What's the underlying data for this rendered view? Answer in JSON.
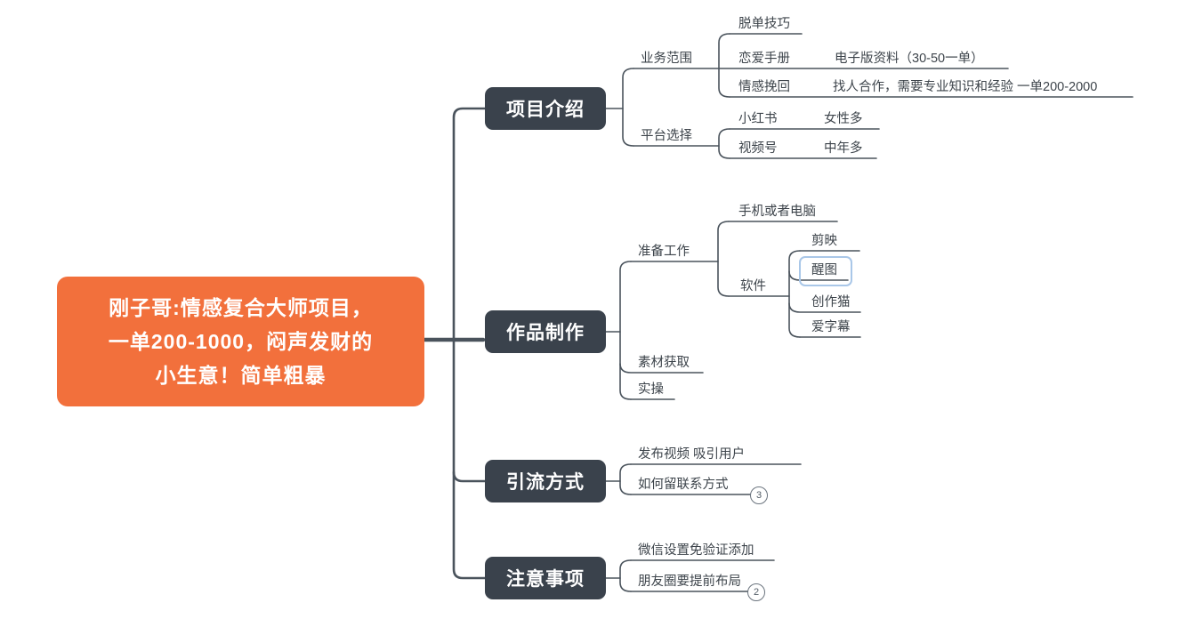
{
  "colors": {
    "background": "#ffffff",
    "root_fill": "#f2703c",
    "topic_fill": "#3a424c",
    "topic_text": "#ffffff",
    "line": "#4a535c",
    "branch_text": "#3d444b",
    "selection_border": "#a9c7e8"
  },
  "mindmap": {
    "root": {
      "text": "刚子哥:情感复合大师项目，\n一单200-1000，闷声发财的\n小生意！简单粗暴"
    },
    "topics": [
      {
        "label": "项目介绍",
        "children": [
          {
            "text": "业务范围",
            "children": [
              {
                "text": "脱单技巧"
              },
              {
                "text": "恋爱手册",
                "children": [
                  {
                    "text": "电子版资料（30-50一单）"
                  }
                ]
              },
              {
                "text": "情感挽回",
                "children": [
                  {
                    "text": "找人合作，需要专业知识和经验 一单200-2000"
                  }
                ]
              }
            ]
          },
          {
            "text": "平台选择",
            "children": [
              {
                "text": "小红书",
                "children": [
                  {
                    "text": "女性多"
                  }
                ]
              },
              {
                "text": "视频号",
                "children": [
                  {
                    "text": "中年多"
                  }
                ]
              }
            ]
          }
        ]
      },
      {
        "label": "作品制作",
        "children": [
          {
            "text": "准备工作",
            "children": [
              {
                "text": "手机或者电脑"
              },
              {
                "text": "软件",
                "children": [
                  {
                    "text": "剪映"
                  },
                  {
                    "text": "醒图",
                    "selected": true
                  },
                  {
                    "text": "创作猫"
                  },
                  {
                    "text": "爱字幕"
                  }
                ]
              }
            ]
          },
          {
            "text": "素材获取"
          },
          {
            "text": "实操"
          }
        ]
      },
      {
        "label": "引流方式",
        "children": [
          {
            "text": "发布视频 吸引用户"
          },
          {
            "text": "如何留联系方式",
            "collapsed_count": "3"
          }
        ]
      },
      {
        "label": "注意事项",
        "children": [
          {
            "text": "微信设置免验证添加"
          },
          {
            "text": "朋友圈要提前布局",
            "collapsed_count": "2"
          }
        ]
      }
    ]
  }
}
